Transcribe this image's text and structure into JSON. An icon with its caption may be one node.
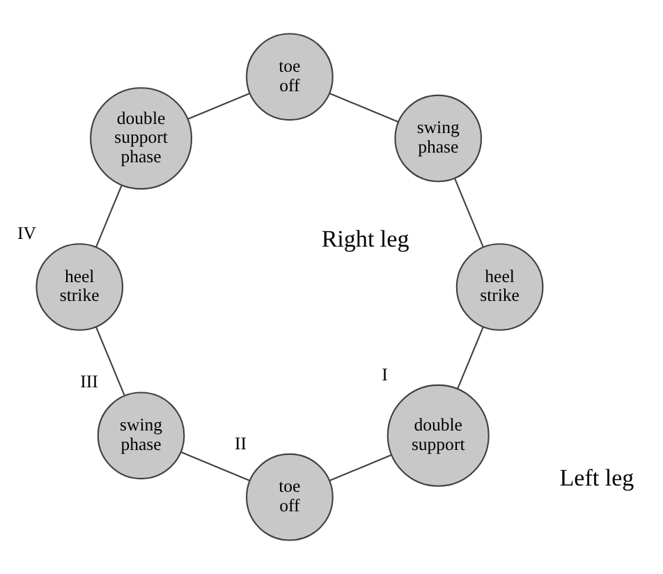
{
  "diagram": {
    "nodes": [
      {
        "text": [
          "double support"
        ],
        "beside": [
          "I"
        ]
      },
      {
        "text": [
          "toe off"
        ],
        "beside": [
          "II"
        ]
      },
      {
        "text": [
          "swing phase"
        ],
        "beside": [
          "III"
        ]
      },
      {
        "text": [
          "heel strike"
        ],
        "beside": [
          "IV"
        ]
      },
      {
        "text": [
          "double support phase"
        ]
      },
      {
        "text": [
          "toe off"
        ]
      },
      {
        "text": [
          "swing phase"
        ]
      },
      {
        "text": [
          "heel strike"
        ]
      }
    ],
    "edges": [
      {
        "from": 0,
        "to": 1,
        "arrow": "none"
      },
      {
        "from": 1,
        "to": 2,
        "arrow": "none"
      },
      {
        "from": 2,
        "to": 3,
        "arrow": "none"
      },
      {
        "from": 3,
        "to": 4,
        "arrow": "none"
      },
      {
        "from": 4,
        "to": 5,
        "arrow": "none"
      },
      {
        "from": 5,
        "to": 6,
        "arrow": "none"
      },
      {
        "from": 6,
        "to": 7,
        "arrow": "none"
      },
      {
        "from": 7,
        "to": 0,
        "arrow": "none"
      }
    ],
    "labels": [
      "Right leg",
      "Left leg"
    ]
  }
}
